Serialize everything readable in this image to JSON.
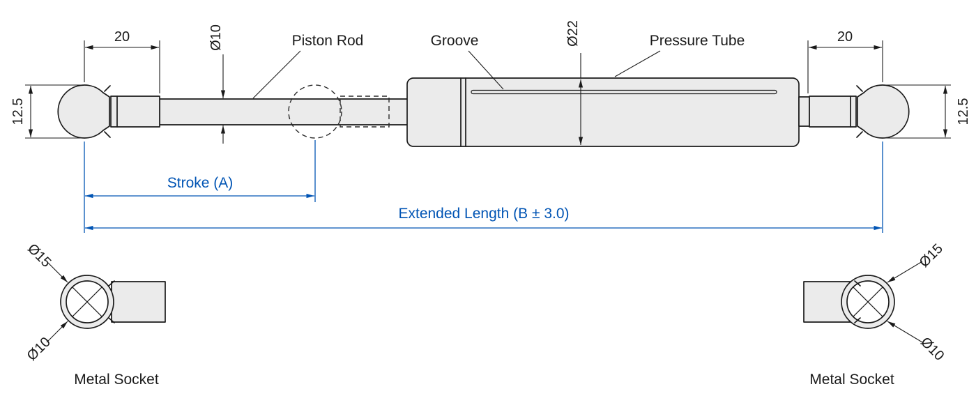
{
  "colors": {
    "line": "#1a1a1a",
    "dimension_accent": "#0054b4",
    "part_fill": "#ebebeb"
  },
  "side_view": {
    "dims": {
      "left_20": "20",
      "rod_dia": "Ø10",
      "tube_dia": "Ø22",
      "right_20": "20",
      "left_h": "12.5",
      "right_h": "12.5"
    },
    "labels": {
      "piston_rod": "Piston Rod",
      "groove": "Groove",
      "pressure_tube": "Pressure Tube"
    },
    "blue_dims": {
      "stroke": "Stroke (A)",
      "extended": "Extended Length (B ± 3.0)"
    }
  },
  "end_views": {
    "left": {
      "outer_dia": "Ø15",
      "inner_dia": "Ø10",
      "caption": "Metal Socket"
    },
    "right": {
      "outer_dia": "Ø15",
      "inner_dia": "Ø10",
      "caption": "Metal Socket"
    }
  }
}
